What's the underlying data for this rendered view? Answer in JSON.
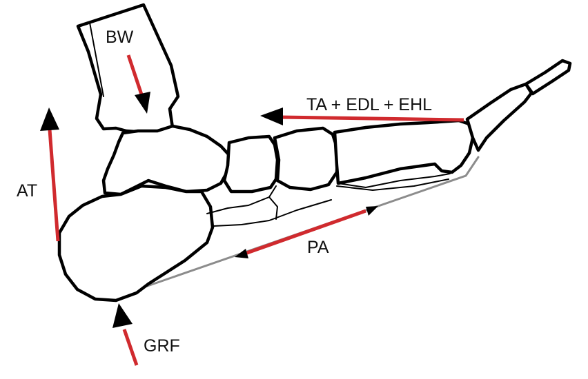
{
  "labels": {
    "bw": "BW",
    "ta_edl_ehl": "TA + EDL + EHL",
    "at": "AT",
    "pa": "PA",
    "grf": "GRF"
  },
  "colors": {
    "force_shaft": "#d02a2e",
    "arrowhead": "#000000",
    "bone_outline": "#000000",
    "plantar_fascia_line": "#8c8c8c"
  }
}
